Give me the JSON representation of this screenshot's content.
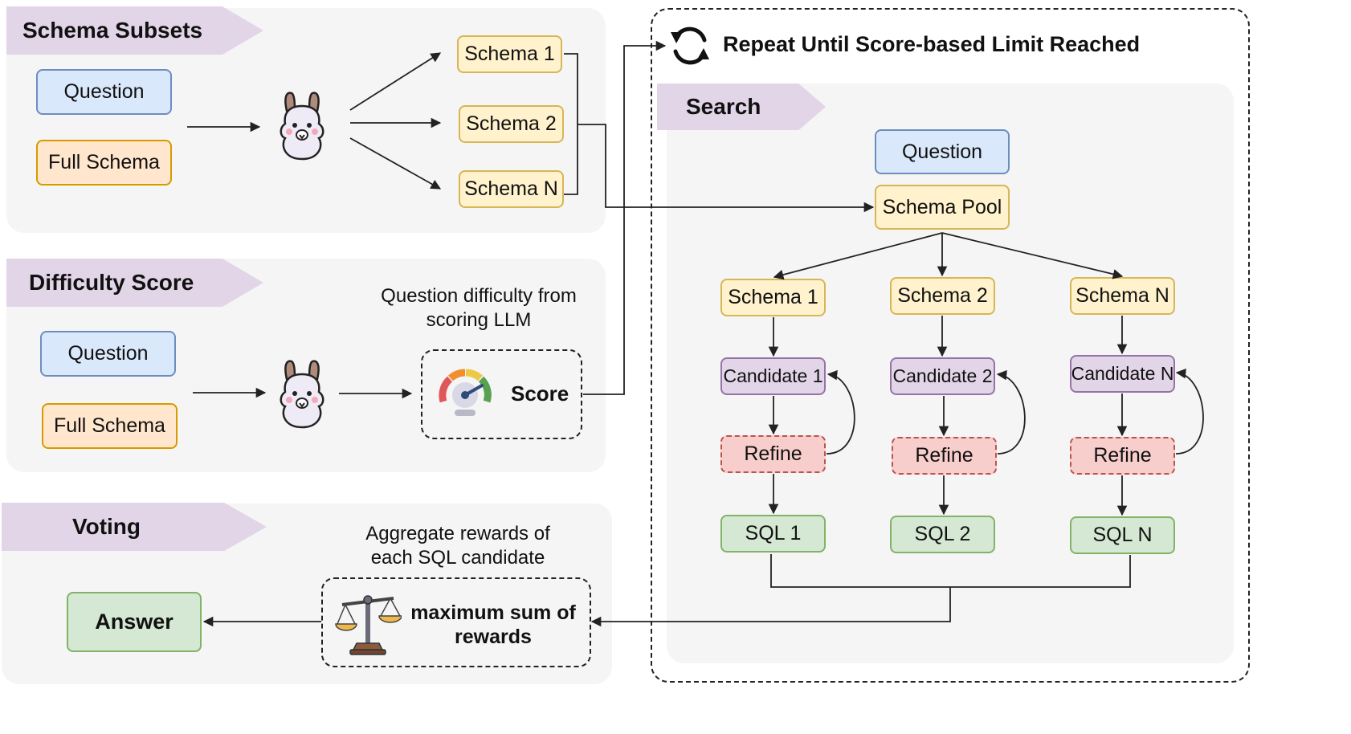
{
  "subsets": {
    "title": "Schema Subsets",
    "question": "Question",
    "full_schema": "Full Schema",
    "schema1": "Schema 1",
    "schema2": "Schema 2",
    "schemaN": "Schema N"
  },
  "difficulty": {
    "title": "Difficulty Score",
    "question": "Question",
    "full_schema": "Full Schema",
    "caption": "Question difficulty from scoring LLM",
    "score": "Score"
  },
  "voting": {
    "title": "Voting",
    "caption": "Aggregate rewards of each SQL candidate",
    "method": "maximum sum of rewards",
    "answer": "Answer"
  },
  "loop": {
    "title": "Repeat Until Score-based Limit Reached"
  },
  "search": {
    "title": "Search",
    "question": "Question",
    "schema_pool": "Schema Pool",
    "branches": [
      {
        "schema": "Schema 1",
        "candidate": "Candidate 1",
        "refine": "Refine",
        "sql": "SQL 1"
      },
      {
        "schema": "Schema 2",
        "candidate": "Candidate 2",
        "refine": "Refine",
        "sql": "SQL 2"
      },
      {
        "schema": "Schema N",
        "candidate": "Candidate N",
        "refine": "Refine",
        "sql": "SQL N"
      }
    ]
  },
  "icons": {
    "llm": "llama-icon",
    "gauge": "gauge-icon",
    "scale": "balance-scale-icon",
    "repeat": "repeat-icon"
  }
}
